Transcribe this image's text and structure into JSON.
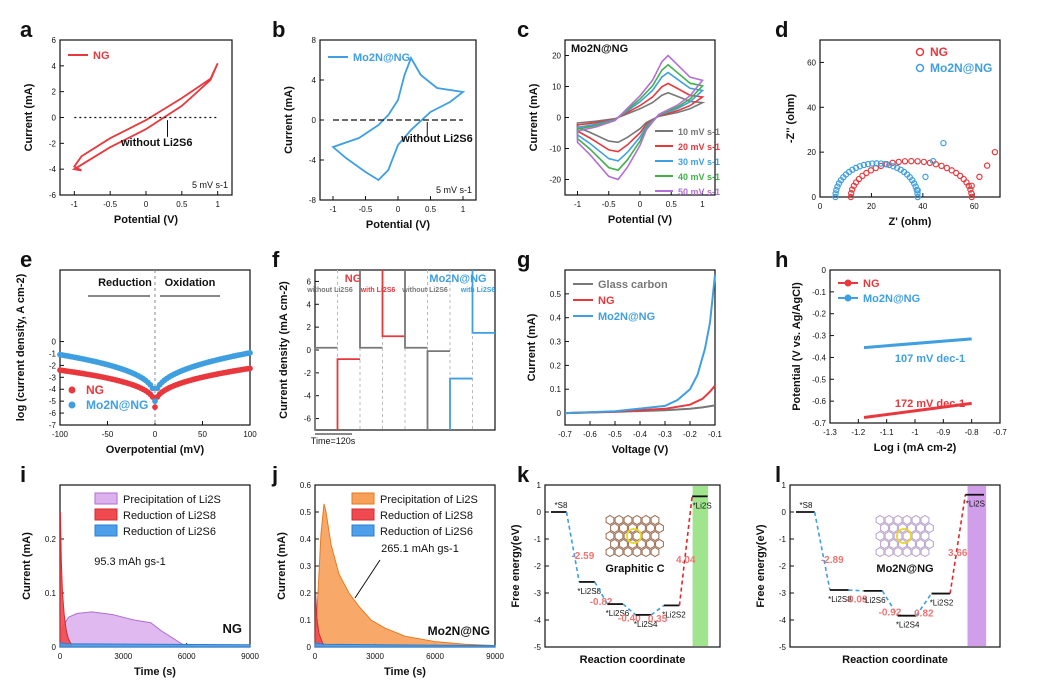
{
  "chart_data": [
    {
      "id": "a",
      "type": "line",
      "xlabel": "Potential (V)",
      "ylabel": "Current (mA)",
      "xlim": [
        -1.2,
        1.2
      ],
      "ylim": [
        -6,
        6
      ],
      "xticks": [
        -1.0,
        -0.5,
        0.0,
        0.5,
        1.0
      ],
      "yticks": [
        -6,
        -4,
        -2,
        0,
        2,
        4,
        6
      ],
      "legend": [
        "NG"
      ],
      "legend_position": "top-left",
      "annotations": [
        "without Li2S6",
        "5 mV s-1"
      ],
      "series": [
        {
          "name": "NG",
          "color": "#e8383d",
          "closed": true,
          "x": [
            -1.0,
            -0.5,
            0.0,
            0.5,
            0.9,
            1.0,
            0.9,
            0.5,
            0.0,
            -0.5,
            -0.9,
            -1.0,
            -0.9
          ],
          "y": [
            -4.0,
            -2.3,
            -0.9,
            0.9,
            2.9,
            4.2,
            3.0,
            1.5,
            -0.2,
            -1.6,
            -3.0,
            -3.8,
            -4.1
          ]
        },
        {
          "name": "without Li2S6",
          "color": "#111111",
          "dashed": true,
          "closed": false,
          "x": [
            -1.0,
            1.0
          ],
          "y": [
            0.0,
            0.0
          ]
        }
      ]
    },
    {
      "id": "b",
      "type": "line",
      "xlabel": "Potential (V)",
      "ylabel": "Current (mA)",
      "xlim": [
        -1.2,
        1.2
      ],
      "ylim": [
        -8,
        8
      ],
      "xticks": [
        -1.0,
        -0.5,
        0.0,
        0.5,
        1.0
      ],
      "yticks": [
        -8,
        -4,
        0,
        4,
        8
      ],
      "legend": [
        "Mo2N@NG"
      ],
      "legend_position": "top-left",
      "annotations": [
        "without Li2S6",
        "5 mV s-1"
      ],
      "series": [
        {
          "name": "Mo2N@NG",
          "color": "#3f9fe0",
          "closed": true,
          "x": [
            -1.0,
            -0.6,
            -0.3,
            -0.15,
            0.0,
            0.1,
            0.2,
            0.35,
            0.6,
            1.0,
            0.8,
            0.5,
            0.2,
            0.0,
            -0.15,
            -0.3,
            -0.5,
            -0.8,
            -1.0
          ],
          "y": [
            -2.7,
            -1.8,
            -0.5,
            0.5,
            2.0,
            4.5,
            6.2,
            4.5,
            3.2,
            2.8,
            1.8,
            0.8,
            -1.0,
            -2.5,
            -5.0,
            -6.0,
            -5.2,
            -3.8,
            -2.7
          ]
        },
        {
          "name": "without Li2S6",
          "color": "#111111",
          "dashed": true,
          "closed": false,
          "x": [
            -1.0,
            1.0
          ],
          "y": [
            0.0,
            0.0
          ]
        }
      ]
    },
    {
      "id": "c",
      "type": "line",
      "title": "Mo2N@NG",
      "xlabel": "Potential (V)",
      "ylabel": "Current (mA)",
      "xlim": [
        -1.2,
        1.2
      ],
      "ylim": [
        -25,
        25
      ],
      "xticks": [
        -1.0,
        -0.5,
        0.0,
        0.5,
        1.0
      ],
      "yticks": [
        -20,
        -10,
        0,
        10,
        20
      ],
      "legend_position": "bottom-right",
      "series": [
        {
          "name": "10 mV s-1",
          "color": "#777777",
          "peak": 8,
          "low": -8
        },
        {
          "name": "20 mV s-1",
          "color": "#e8383d",
          "peak": 11,
          "low": -11
        },
        {
          "name": "30 mV s-1",
          "color": "#3f9fe0",
          "peak": 14.5,
          "low": -14
        },
        {
          "name": "40 mV s-1",
          "color": "#3fb24a",
          "peak": 17,
          "low": -17
        },
        {
          "name": "50 mV s-1",
          "color": "#b46fd6",
          "peak": 20,
          "low": -20
        }
      ]
    },
    {
      "id": "d",
      "type": "scatter",
      "xlabel": "Z' (ohm)",
      "ylabel": "-Z'' (ohm)",
      "xlim": [
        0,
        70
      ],
      "ylim": [
        0,
        70
      ],
      "xticks": [
        0,
        20,
        40,
        60
      ],
      "yticks": [
        0,
        20,
        40,
        60
      ],
      "legend_position": "top-right",
      "series": [
        {
          "name": "NG",
          "color": "#e8383d",
          "arc_start": 12,
          "arc_end": 59,
          "arc_height": 16,
          "tail_x": [
            59,
            62,
            65,
            68
          ],
          "tail_y": [
            5,
            9,
            14,
            20
          ]
        },
        {
          "name": "Mo2N@NG",
          "color": "#3f9fe0",
          "arc_start": 6,
          "arc_end": 38,
          "arc_height": 15,
          "tail_x": [
            38,
            41,
            44,
            48
          ],
          "tail_y": [
            3,
            9,
            16,
            24
          ]
        }
      ]
    },
    {
      "id": "e",
      "type": "scatter",
      "xlabel": "Overpotential (mV)",
      "ylabel": "log (current density, A cm-2)",
      "xlim": [
        -100,
        100
      ],
      "ylim": [
        -7,
        6
      ],
      "xticks": [
        -100,
        -50,
        0,
        50,
        100
      ],
      "yticks": [
        -7,
        -6,
        -5,
        -4,
        -3,
        -2,
        -1,
        0
      ],
      "legend_position": "bottom-left",
      "annotations": [
        "Reduction",
        "Oxidation"
      ],
      "series": [
        {
          "name": "NG",
          "color": "#e8383d",
          "edge": -2.4,
          "base": -5.5
        },
        {
          "name": "Mo2N@NG",
          "color": "#3f9fe0",
          "edge": -1.1,
          "base": -5.0
        }
      ]
    },
    {
      "id": "f",
      "type": "line",
      "ylabel": "Current density (mA cm-2)",
      "ylim": [
        -7,
        7
      ],
      "yticks": [
        -6,
        -4,
        -2,
        0,
        2,
        4,
        6
      ],
      "annotations": [
        "Time=120s"
      ],
      "headers": [
        {
          "text": "NG",
          "color": "#e8383d"
        },
        {
          "text": "Mo2N@NG",
          "color": "#3f9fe0"
        },
        {
          "text": "without Li2S6",
          "color": "#777777"
        },
        {
          "text": "with Li2S6",
          "color": "#e8383d"
        },
        {
          "text": "without Li2S6",
          "color": "#777777"
        },
        {
          "text": "with Li2S6",
          "color": "#3f9fe0"
        }
      ],
      "segments": [
        {
          "color": "#777777",
          "steady": 0.2,
          "spike": -7,
          "start": 0.5
        },
        {
          "color": "#e8383d",
          "steady": -0.8,
          "spike": -7,
          "start": 1.5
        },
        {
          "color": "#777777",
          "steady": 0.2,
          "spike": 7,
          "start": 2.5
        },
        {
          "color": "#e8383d",
          "steady": 1.2,
          "spike": 7,
          "start": 3.5
        },
        {
          "color": "#777777",
          "steady": 0.2,
          "spike": 7,
          "start": 4.5
        },
        {
          "color": "#777777",
          "steady": -0.1,
          "spike": -7,
          "start": 5.5
        },
        {
          "color": "#3f9fe0",
          "steady": -2.5,
          "spike": -7,
          "start": 6.5
        },
        {
          "color": "#3f9fe0",
          "steady": 1.5,
          "spike": 7,
          "start": 7.5
        }
      ]
    },
    {
      "id": "g",
      "type": "line",
      "xlabel": "Voltage (V)",
      "ylabel": "Current (mA)",
      "xlim": [
        -0.7,
        -0.1
      ],
      "ylim": [
        -0.05,
        0.6
      ],
      "xticks": [
        -0.7,
        -0.6,
        -0.5,
        -0.4,
        -0.3,
        -0.2,
        -0.1
      ],
      "yticks": [
        0.0,
        0.1,
        0.2,
        0.3,
        0.4,
        0.5
      ],
      "legend_position": "top-left",
      "series": [
        {
          "name": "Glass carbon",
          "color": "#777777",
          "x": [
            -0.7,
            -0.5,
            -0.3,
            -0.2,
            -0.15,
            -0.1
          ],
          "y": [
            0.0,
            0.005,
            0.012,
            0.018,
            0.024,
            0.032
          ]
        },
        {
          "name": "NG",
          "color": "#e8383d",
          "x": [
            -0.7,
            -0.5,
            -0.3,
            -0.2,
            -0.15,
            -0.12,
            -0.1
          ],
          "y": [
            0.0,
            0.006,
            0.018,
            0.035,
            0.06,
            0.09,
            0.115
          ]
        },
        {
          "name": "Mo2N@NG",
          "color": "#3f9fe0",
          "x": [
            -0.7,
            -0.5,
            -0.3,
            -0.25,
            -0.2,
            -0.17,
            -0.14,
            -0.12,
            -0.1
          ],
          "y": [
            0.0,
            0.008,
            0.03,
            0.055,
            0.1,
            0.16,
            0.27,
            0.38,
            0.58
          ]
        }
      ]
    },
    {
      "id": "h",
      "type": "line",
      "xlabel": "Log i (mA cm-2)",
      "ylabel": "Potential (V vs. Ag/AgCl)",
      "xlim": [
        -1.3,
        -0.7
      ],
      "ylim": [
        -0.7,
        0.0
      ],
      "xticks": [
        -1.3,
        -1.2,
        -1.1,
        -1.0,
        -0.9,
        -0.8,
        -0.7
      ],
      "yticks": [
        -0.7,
        -0.6,
        -0.5,
        -0.4,
        -0.3,
        -0.2,
        -0.1,
        0.0
      ],
      "legend_position": "top-left",
      "annotations": [
        "107 mV dec-1",
        "172 mV dec-1"
      ],
      "series": [
        {
          "name": "NG",
          "color": "#e8383d",
          "x": [
            -1.18,
            -0.8
          ],
          "y": [
            -0.675,
            -0.61
          ]
        },
        {
          "name": "Mo2N@NG",
          "color": "#3f9fe0",
          "x": [
            -1.18,
            -0.8
          ],
          "y": [
            -0.355,
            -0.315
          ]
        }
      ]
    },
    {
      "id": "i",
      "type": "area",
      "xlabel": "Time (s)",
      "ylabel": "Current (mA)",
      "xlim": [
        0,
        9000
      ],
      "ylim": [
        0,
        0.3
      ],
      "xticks": [
        0,
        3000,
        6000,
        9000
      ],
      "yticks": [
        0.0,
        0.1,
        0.2
      ],
      "legend_position": "top-right",
      "annotations": [
        "95.3 mAh gs-1",
        "NG"
      ],
      "series": [
        {
          "name": "Precipitation of Li2S",
          "color": "#dcb1ee",
          "edge": "#b06fcf",
          "x": [
            0,
            100,
            400,
            800,
            1500,
            2500,
            3500,
            4300,
            4800,
            5200,
            5800,
            6500,
            9000
          ],
          "y": [
            0.0,
            0.035,
            0.055,
            0.062,
            0.065,
            0.06,
            0.05,
            0.045,
            0.03,
            0.02,
            0.005,
            0.0,
            0.0
          ]
        },
        {
          "name": "Reduction of Li2S8",
          "color": "#ef4a4f",
          "edge": "#d42a30",
          "x": [
            0,
            20,
            60,
            120,
            200,
            300,
            400,
            600,
            9000
          ],
          "y": [
            0.0,
            0.25,
            0.16,
            0.1,
            0.06,
            0.03,
            0.015,
            0.0,
            0.0
          ]
        },
        {
          "name": "Reduction of Li2S6",
          "color": "#4c9fe8",
          "edge": "#2b7fd0",
          "x": [
            0,
            300,
            9000
          ],
          "y": [
            0.008,
            0.006,
            0.004
          ]
        }
      ]
    },
    {
      "id": "j",
      "type": "area",
      "xlabel": "Time (s)",
      "ylabel": "Current (mA)",
      "xlim": [
        0,
        9000
      ],
      "ylim": [
        0,
        0.6
      ],
      "xticks": [
        0,
        3000,
        6000,
        9000
      ],
      "yticks": [
        0.0,
        0.1,
        0.2,
        0.3,
        0.4,
        0.5,
        0.6
      ],
      "legend_position": "top-right",
      "annotations": [
        "265.1 mAh gs-1",
        "Mo2N@NG"
      ],
      "series": [
        {
          "name": "Precipitation of Li2S",
          "color": "#f7a05a",
          "edge": "#e67a22",
          "x": [
            0,
            150,
            300,
            450,
            550,
            800,
            1200,
            1700,
            2200,
            2800,
            3500,
            4500,
            6000,
            7500,
            9000
          ],
          "y": [
            0.0,
            0.2,
            0.42,
            0.53,
            0.5,
            0.38,
            0.27,
            0.2,
            0.15,
            0.1,
            0.07,
            0.04,
            0.02,
            0.01,
            0.005
          ]
        },
        {
          "name": "Reduction of Li2S8",
          "color": "#ef4a4f",
          "edge": "#d42a30",
          "x": [
            0,
            30,
            100,
            200,
            350,
            500,
            9000
          ],
          "y": [
            0.0,
            0.2,
            0.1,
            0.05,
            0.02,
            0.0,
            0.0
          ]
        },
        {
          "name": "Reduction of Li2S6",
          "color": "#4c9fe8",
          "edge": "#2b7fd0",
          "x": [
            0,
            500,
            9000
          ],
          "y": [
            0.015,
            0.01,
            0.005
          ]
        }
      ]
    },
    {
      "id": "k",
      "type": "line",
      "xlabel": "Reaction coordinate",
      "ylabel": "Free energy(eV)",
      "ylim": [
        -5,
        1
      ],
      "yticks": [
        -5,
        -4,
        -3,
        -2,
        -1,
        0,
        1
      ],
      "annotations": [
        "Graphitic C"
      ],
      "steps": [
        {
          "label": "*S8",
          "energy": 0.0
        },
        {
          "label": "*Li2S8",
          "energy": -2.59
        },
        {
          "label": "*Li2S6",
          "energy": -3.41
        },
        {
          "label": "*Li2S4",
          "energy": -3.81
        },
        {
          "label": "*Li2S2",
          "energy": -3.46
        },
        {
          "label": "*Li2S",
          "energy": 0.58
        }
      ],
      "deltas": [
        "-2.59",
        "-0.82",
        "-0.40",
        "0.35",
        "4.04"
      ],
      "highlight_color": "#8fe07a"
    },
    {
      "id": "l",
      "type": "line",
      "xlabel": "Reaction coordinate",
      "ylabel": "Free energy(eV)",
      "ylim": [
        -5,
        1
      ],
      "yticks": [
        -5,
        -4,
        -3,
        -2,
        -1,
        0,
        1
      ],
      "annotations": [
        "Mo2N@NG"
      ],
      "steps": [
        {
          "label": "*S8",
          "energy": 0.0
        },
        {
          "label": "*Li2S8",
          "energy": -2.89
        },
        {
          "label": "*Li2S6",
          "energy": -2.92
        },
        {
          "label": "*Li2S4",
          "energy": -3.84
        },
        {
          "label": "*Li2S2",
          "energy": -3.02
        },
        {
          "label": "*Li2S",
          "energy": 0.64
        }
      ],
      "deltas": [
        "-2.89",
        "-0.03",
        "-0.92",
        "0.82",
        "3.66"
      ],
      "highlight_color": "#c98ee6"
    }
  ]
}
